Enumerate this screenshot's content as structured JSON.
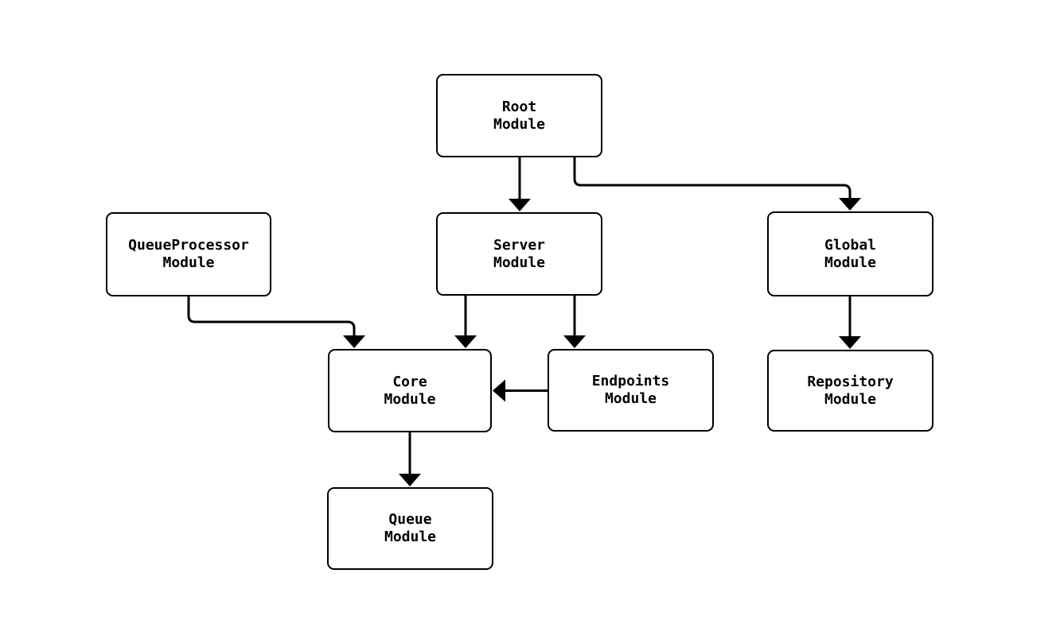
{
  "diagram": {
    "background_color": "#ffffff",
    "node_fill_color": "#ffffff",
    "line_color": "#000000",
    "text_color": "#000000",
    "nodes": {
      "root": {
        "label": "Root\nModule"
      },
      "queueprocessor": {
        "label": "QueueProcessor\nModule"
      },
      "server": {
        "label": "Server\nModule"
      },
      "global": {
        "label": "Global\nModule"
      },
      "core": {
        "label": "Core\nModule"
      },
      "endpoints": {
        "label": "Endpoints\nModule"
      },
      "repository": {
        "label": "Repository\nModule"
      },
      "queue": {
        "label": "Queue\nModule"
      }
    },
    "edges": [
      {
        "from": "Root Module",
        "to": "Server Module"
      },
      {
        "from": "Root Module",
        "to": "Global Module"
      },
      {
        "from": "QueueProcessor Module",
        "to": "Core Module"
      },
      {
        "from": "Server Module",
        "to": "Core Module"
      },
      {
        "from": "Server Module",
        "to": "Endpoints Module"
      },
      {
        "from": "Endpoints Module",
        "to": "Core Module"
      },
      {
        "from": "Global Module",
        "to": "Repository Module"
      },
      {
        "from": "Core Module",
        "to": "Queue Module"
      }
    ]
  }
}
